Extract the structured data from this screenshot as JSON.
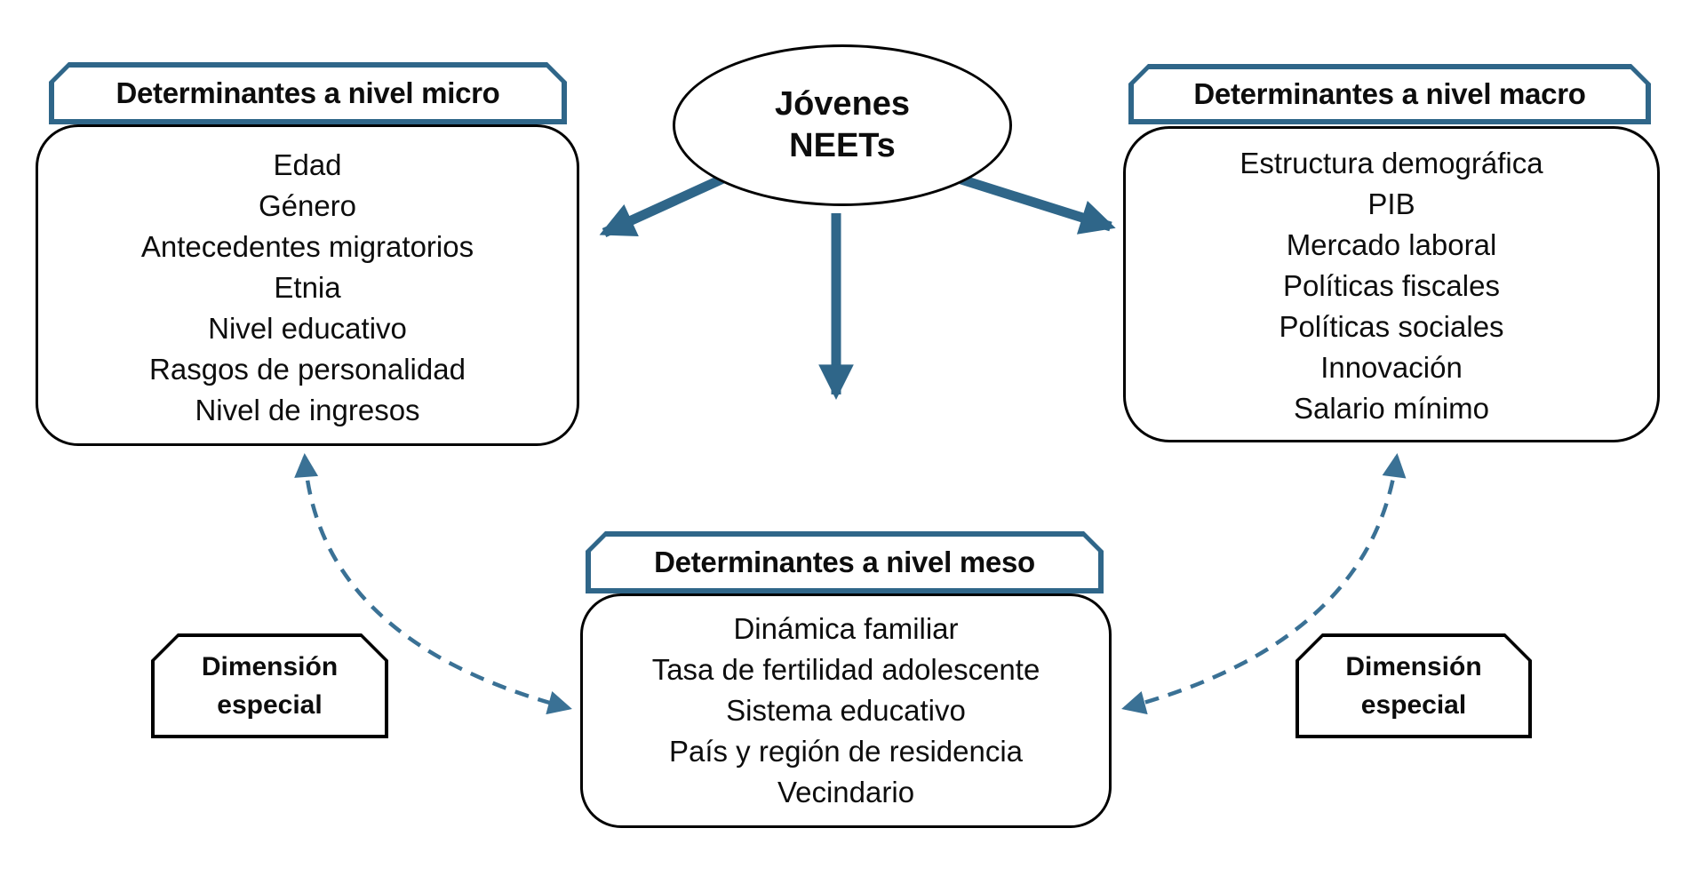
{
  "diagram": {
    "center": {
      "lines": [
        "Jóvenes",
        "NEETs"
      ]
    },
    "micro": {
      "title": "Determinantes a nivel micro",
      "items": [
        "Edad",
        "Género",
        "Antecedentes migratorios",
        "Etnia",
        "Nivel educativo",
        "Rasgos de personalidad",
        "Nivel de ingresos"
      ]
    },
    "macro": {
      "title": "Determinantes a nivel macro",
      "items": [
        "Estructura demográfica",
        "PIB",
        "Mercado laboral",
        "Políticas fiscales",
        "Políticas sociales",
        "Innovación",
        "Salario mínimo"
      ]
    },
    "meso": {
      "title": "Determinantes a nivel meso",
      "items": [
        "Dinámica familiar",
        "Tasa de fertilidad adolescente",
        "Sistema educativo",
        "País y región de residencia",
        "Vecindario"
      ]
    },
    "special_left": {
      "lines": [
        "Dimensión",
        "especial"
      ]
    },
    "special_right": {
      "lines": [
        "Dimensión",
        "especial"
      ]
    },
    "colors": {
      "accent": "#2F6689",
      "dashed": "#3A7195",
      "outline": "#000000"
    }
  }
}
